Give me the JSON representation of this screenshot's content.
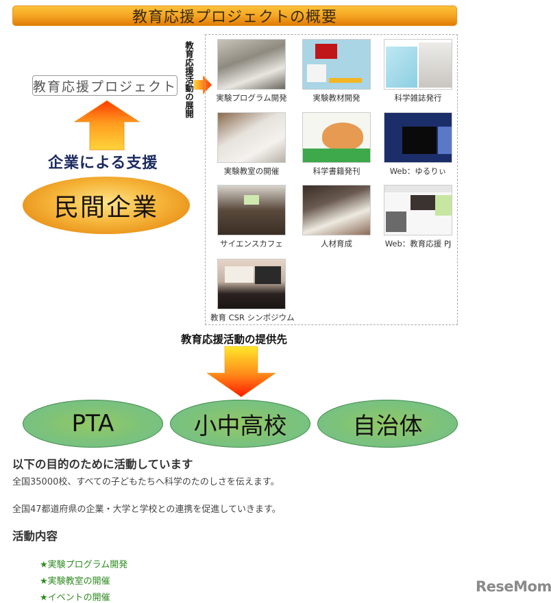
{
  "title": "教育応援プロジェクトの概要",
  "project_label": "教育応援プロジェクト",
  "vertical_label": "教育応援活動の展開",
  "support_text": "企業による支援",
  "company_label": "民間企業",
  "colors": {
    "title_bar": "#f5a623",
    "company_ellipse": "#f6b53a",
    "target_ellipse": "#7cc27c",
    "activity_text": "#2e8a20",
    "support_text": "#1c2a60"
  },
  "activities_grid": [
    {
      "caption": "実験プログラム開発"
    },
    {
      "caption": "実験教材開発"
    },
    {
      "caption": "科学雑誌発行"
    },
    {
      "caption": "実験教室の開催"
    },
    {
      "caption": "科学書籍発刊"
    },
    {
      "caption": "Web：ゆるりぃ"
    },
    {
      "caption": "サイエンスカフェ"
    },
    {
      "caption": "人材育成"
    },
    {
      "caption": "Web：教育応援 PJ"
    },
    {
      "caption": "教育 CSR シンポジウム"
    }
  ],
  "recipients_label": "教育応援活動の提供先",
  "recipients": [
    {
      "label": "PTA"
    },
    {
      "label": "小中高校"
    },
    {
      "label": "自治体"
    }
  ],
  "purpose": {
    "heading": "以下の目的のために活動しています",
    "lines": [
      "全国35000校、すべての子どもたちへ科学のたのしさを伝えます。",
      "全国47都道府県の企業・大学と学校との連携を促進していきます。"
    ]
  },
  "activities": {
    "heading": "活動内容",
    "items": [
      "★実験プログラム開発",
      "★実験教室の開催",
      "★イベントの開催"
    ]
  },
  "logo": "ReseMom"
}
